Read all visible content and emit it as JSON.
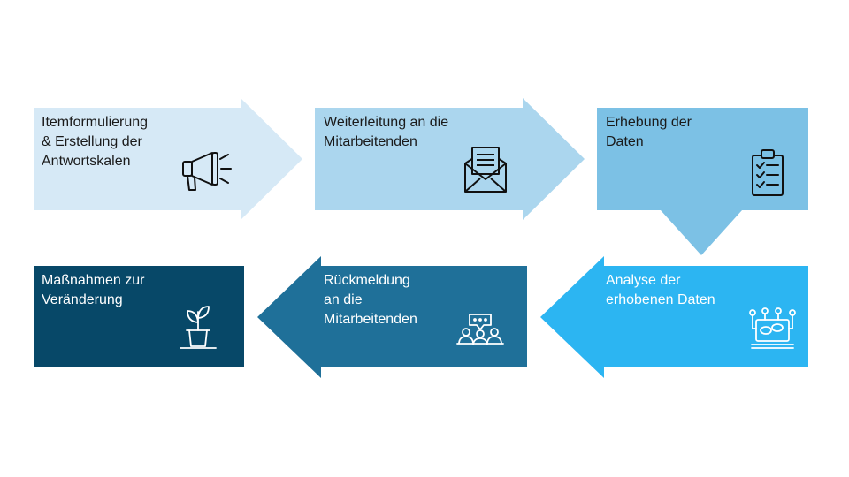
{
  "steps": [
    {
      "label": "Itemformulierung\n& Erstellung der\nAntwortskalen",
      "icon": "megaphone-icon",
      "color": "#d6e9f6"
    },
    {
      "label": "Weiterleitung an die\nMitarbeitenden",
      "icon": "envelope-icon",
      "color": "#abd6ee"
    },
    {
      "label": "Erhebung der\nDaten",
      "icon": "clipboard-checklist-icon",
      "color": "#7cc1e5"
    },
    {
      "label": "Analyse der\nerhobenen Daten",
      "icon": "data-analysis-icon",
      "color": "#2cb5f2"
    },
    {
      "label": "Rückmeldung\nan die\nMitarbeitenden",
      "icon": "group-discussion-icon",
      "color": "#1f7099"
    },
    {
      "label": "Maßnahmen zur\nVeränderung",
      "icon": "plant-icon",
      "color": "#074868"
    }
  ]
}
